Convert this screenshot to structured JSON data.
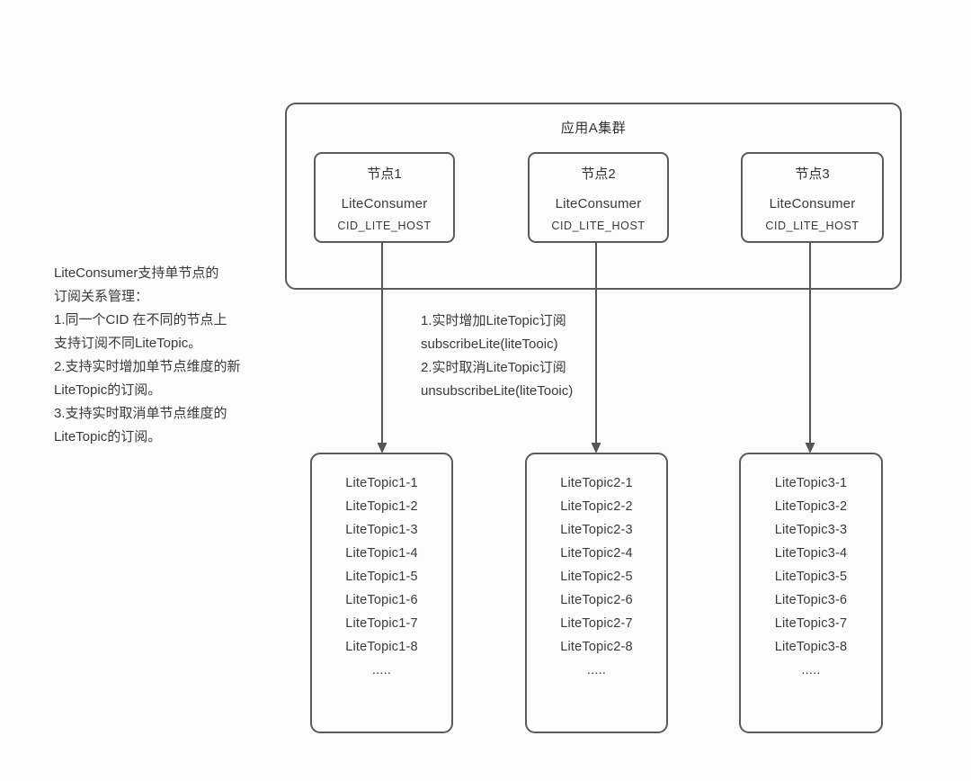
{
  "cluster": {
    "title": "应用A集群",
    "nodes": [
      {
        "name": "节点1",
        "consumer": "LiteConsumer",
        "cid": "CID_LITE_HOST"
      },
      {
        "name": "节点2",
        "consumer": "LiteConsumer",
        "cid": "CID_LITE_HOST"
      },
      {
        "name": "节点3",
        "consumer": "LiteConsumer",
        "cid": "CID_LITE_HOST"
      }
    ]
  },
  "left_note": {
    "lines": [
      "LiteConsumer支持单节点的",
      "订阅关系管理：",
      "1.同一个CID 在不同的节点上",
      "支持订阅不同LiteTopic。",
      "2.支持实时增加单节点维度的新",
      "LiteTopic的订阅。",
      "3.支持实时取消单节点维度的",
      "LiteTopic的订阅。"
    ]
  },
  "middle_note": {
    "lines": [
      "1.实时增加LiteTopic订阅",
      "subscribeLite(liteTooic)",
      "2.实时取消LiteTopic订阅",
      "unsubscribeLite(liteTooic)"
    ]
  },
  "topic_lists": [
    {
      "items": [
        "LiteTopic1-1",
        "LiteTopic1-2",
        "LiteTopic1-3",
        "LiteTopic1-4",
        "LiteTopic1-5",
        "LiteTopic1-6",
        "LiteTopic1-7",
        "LiteTopic1-8",
        "....."
      ]
    },
    {
      "items": [
        "LiteTopic2-1",
        "LiteTopic2-2",
        "LiteTopic2-3",
        "LiteTopic2-4",
        "LiteTopic2-5",
        "LiteTopic2-6",
        "LiteTopic2-7",
        "LiteTopic2-8",
        "....."
      ]
    },
    {
      "items": [
        "LiteTopic3-1",
        "LiteTopic3-2",
        "LiteTopic3-3",
        "LiteTopic3-4",
        "LiteTopic3-5",
        "LiteTopic3-6",
        "LiteTopic3-7",
        "LiteTopic3-8",
        "....."
      ]
    }
  ],
  "colors": {
    "background": "#fcfcfc",
    "border": "#5a5a5a",
    "text": "#3a3a3a"
  }
}
